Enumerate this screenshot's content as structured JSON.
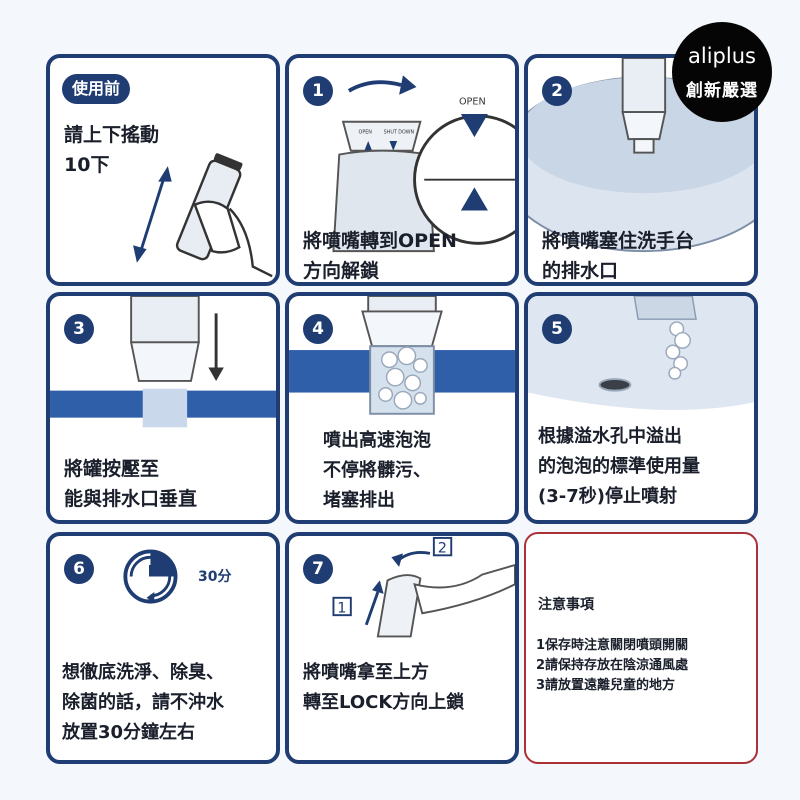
{
  "logo": {
    "line1": "aliplus",
    "line2": "創新嚴選"
  },
  "cards": [
    {
      "badge": "使用前",
      "lines": [
        "請上下搖動",
        "10下"
      ]
    },
    {
      "badge": "1",
      "lines": [
        "將噴嘴轉到OPEN",
        "方向解鎖"
      ],
      "open_label": "OPEN",
      "cap_labels": [
        "OPEN",
        "SHUT DOWN"
      ]
    },
    {
      "badge": "2",
      "lines": [
        "將噴嘴塞住洗手台",
        "的排水口"
      ]
    },
    {
      "badge": "3",
      "lines": [
        "將罐按壓至",
        "能與排水口垂直"
      ]
    },
    {
      "badge": "4",
      "lines": [
        "噴出高速泡泡",
        "不停將髒污、",
        "堵塞排出"
      ]
    },
    {
      "badge": "5",
      "lines": [
        "根據溢水孔中溢出",
        "的泡泡的標準使用量",
        "(3-7秒)停止噴射"
      ]
    },
    {
      "badge": "6",
      "lines": [
        "想徹底洗淨、除臭、",
        "除菌的話，請不沖水",
        "放置30分鐘左右"
      ],
      "timer": "30分"
    },
    {
      "badge": "7",
      "lines": [
        "將噴嘴拿至上方",
        "轉至LOCK方向上鎖"
      ],
      "step_marks": [
        "1",
        "2"
      ]
    }
  ],
  "notes": {
    "title": "注意事項",
    "items": [
      "1保存時注意關閉噴頭開關",
      "2請保持存放在陰涼通風處",
      "3請放置遠離兒童的地方"
    ]
  },
  "colors": {
    "navy": "#1f3d72",
    "band": "#2f5fa8",
    "warn_border": "#a93237",
    "background": "#f4f7fb"
  }
}
